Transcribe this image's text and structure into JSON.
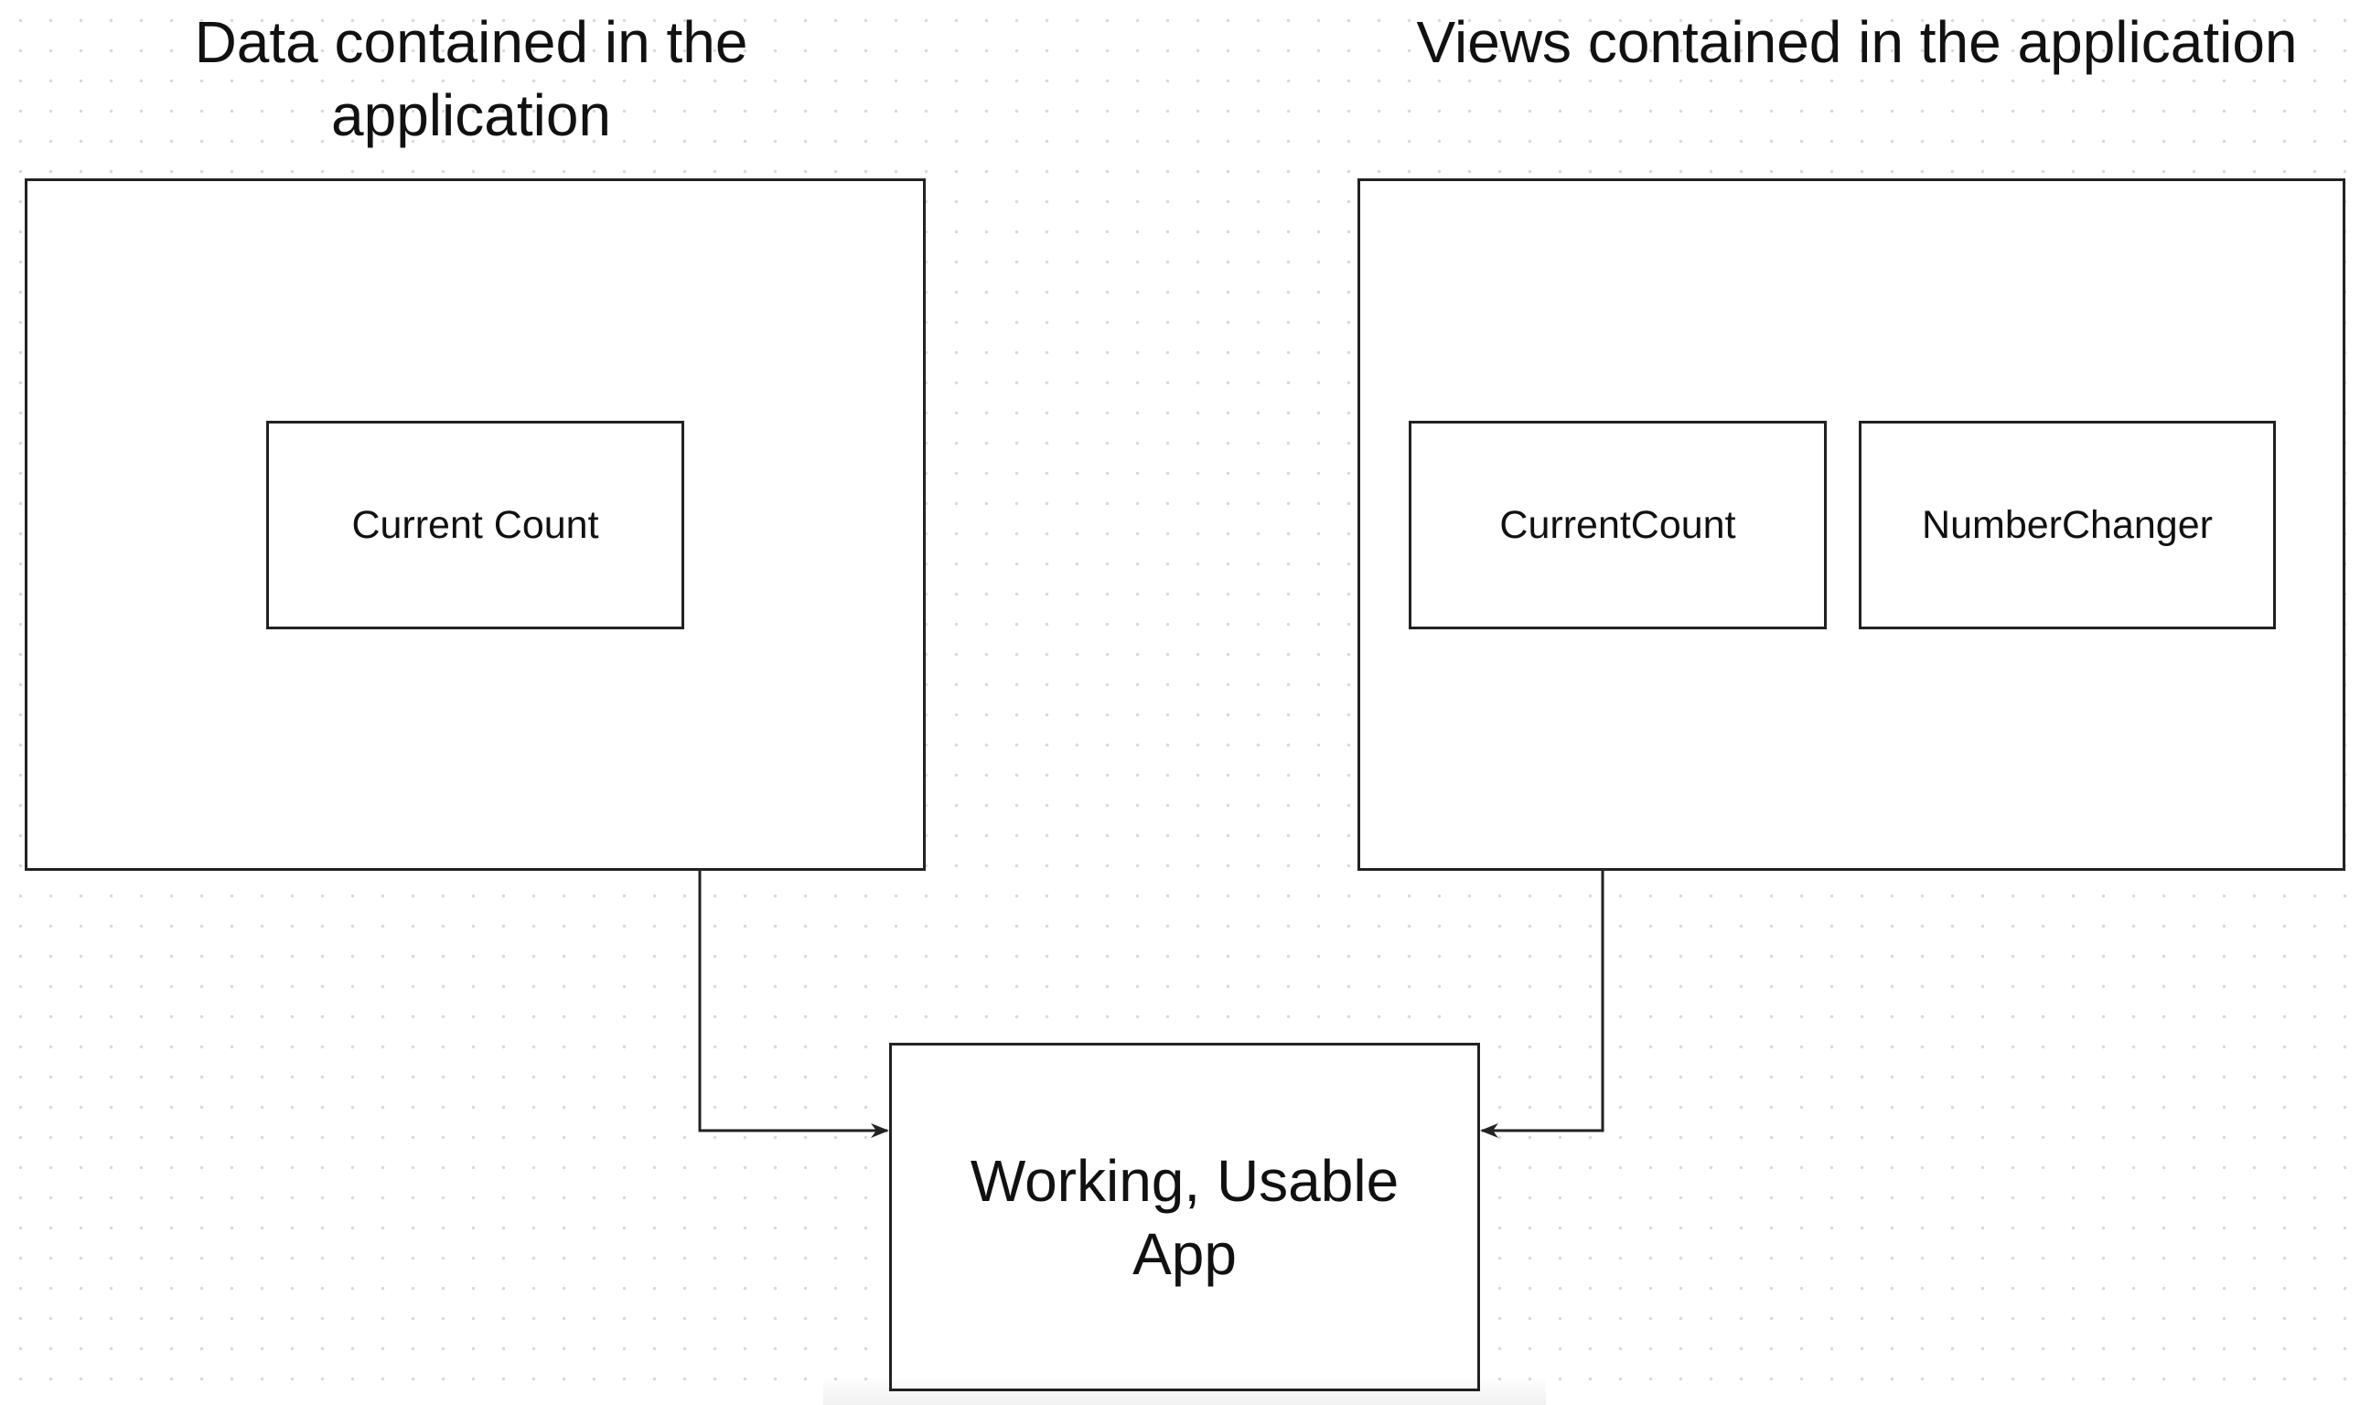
{
  "diagram": {
    "data_section": {
      "title": "Data contained in the application",
      "items": [
        "Current Count"
      ]
    },
    "views_section": {
      "title": "Views contained in the application",
      "items": [
        "CurrentCount",
        "NumberChanger"
      ]
    },
    "result": {
      "label": "Working, Usable App"
    },
    "connections": [
      {
        "from": "Data contained in the application",
        "to": "Working, Usable App"
      },
      {
        "from": "Views contained in the application",
        "to": "Working, Usable App"
      }
    ],
    "colors": {
      "stroke": "#222222",
      "grid_dot": "#d9d9d9",
      "background": "#ffffff"
    }
  }
}
